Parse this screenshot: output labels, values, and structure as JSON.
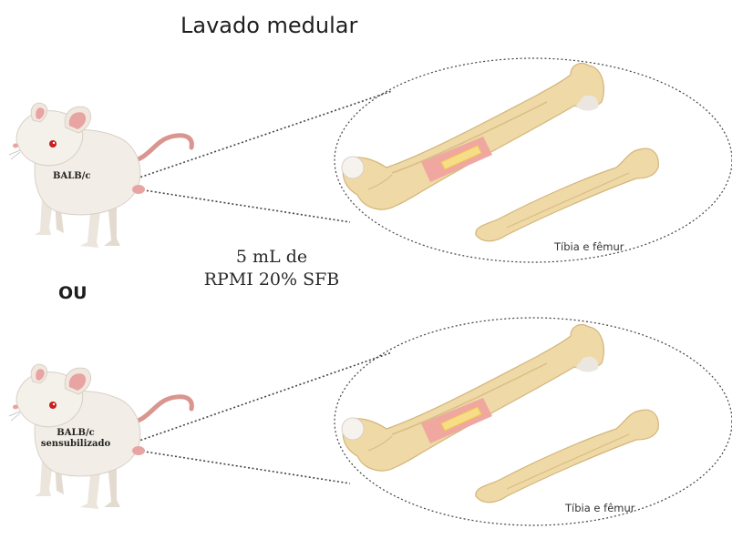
{
  "title": "Lavado medular",
  "medium": {
    "line1": "5 mL de",
    "line2": "RPMI 20% SFB"
  },
  "separator": "OU",
  "groups": [
    {
      "mouse_label": "BALB/c",
      "bones_label": "Tíbia e fêmur"
    },
    {
      "mouse_label_line1": "BALB/c",
      "mouse_label_line2": "sensubilizado",
      "bones_label": "Tíbia e fêmur"
    }
  ],
  "colors": {
    "bone": "#efd9a6",
    "bone_shadow": "#d9bd84",
    "marrow": "#f0a7a0",
    "marrow_core": "#f4d45a",
    "mouse_body": "#f2ede6",
    "mouse_ear": "#e8a4a2",
    "mouse_tail": "#d9958f",
    "mouse_eye": "#c81e1e"
  }
}
